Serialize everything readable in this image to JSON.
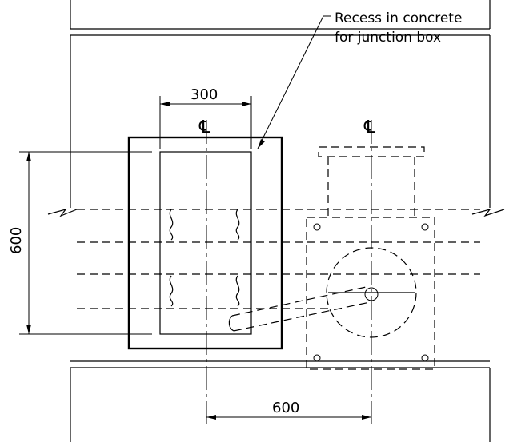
{
  "annotations": {
    "recess_note_line1": "Recess in concrete",
    "recess_note_line2": "for junction box",
    "centerline_symbol": "℄"
  },
  "dimensions": {
    "box_width": "300",
    "box_height": "600",
    "centerline_offset": "600"
  }
}
